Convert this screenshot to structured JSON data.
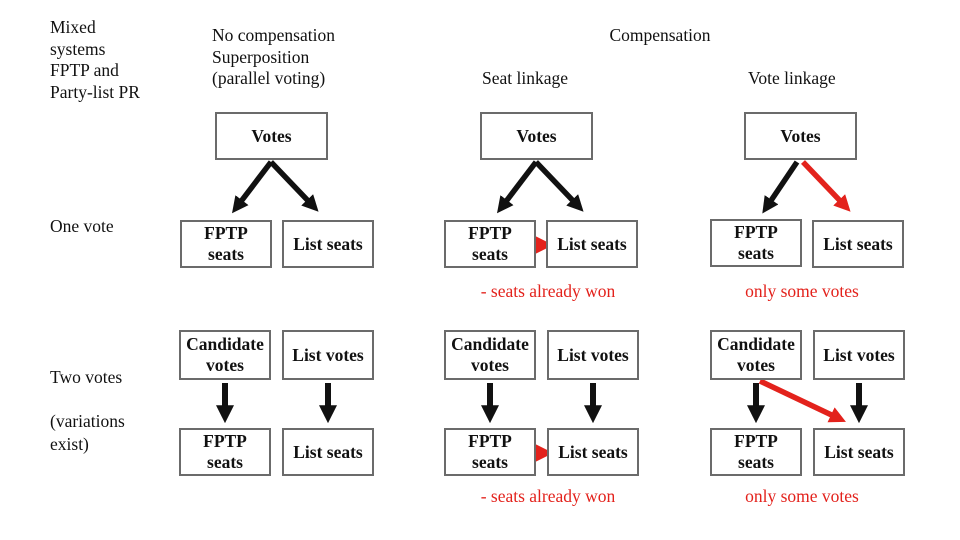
{
  "colors": {
    "ink": "#111111",
    "red": "#e3221c",
    "box_border": "#6b6b6b",
    "bg": "#ffffff"
  },
  "corner_label": "Mixed\nsystems\nFPTP and\nParty-list PR",
  "headers": {
    "no_compensation": "No compensation\nSuperposition\n(parallel voting)",
    "compensation": "Compensation",
    "seat_linkage": "Seat linkage",
    "vote_linkage": "Vote linkage"
  },
  "row_labels": {
    "one_vote": "One vote",
    "two_votes": "Two votes",
    "variations": "(variations\nexist)"
  },
  "box_labels": {
    "votes": "Votes",
    "fptp_seats": "FPTP\nseats",
    "list_seats": "List seats",
    "candidate_votes": "Candidate\nvotes",
    "list_votes": "List votes"
  },
  "captions": {
    "seat_linkage": "- seats already won",
    "vote_linkage": "only some votes"
  }
}
